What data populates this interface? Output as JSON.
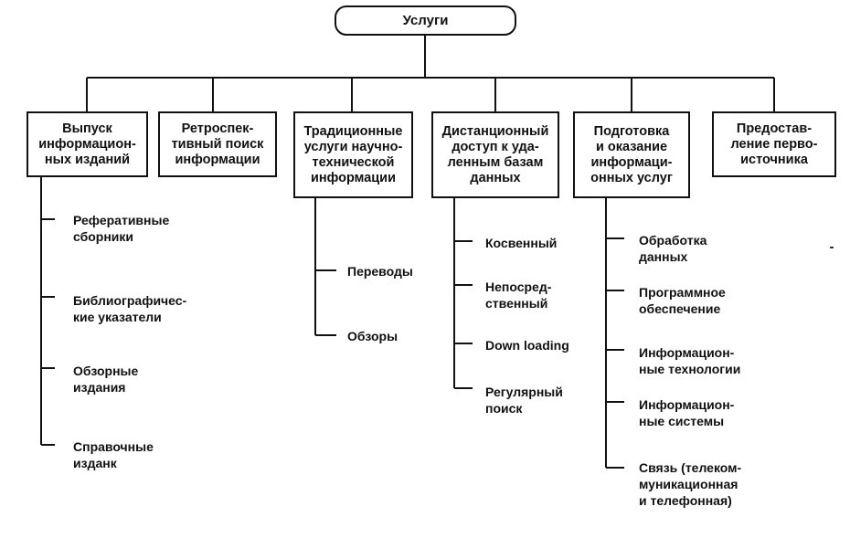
{
  "root": "Услуги",
  "categories": [
    {
      "label": "Выпуск\nинформацион-\nных изданий",
      "children": [
        "Реферативные\nсборники",
        "Библиографичес-\nкие указатели",
        "Обзорные\nиздания",
        "Справочные\nизданк"
      ]
    },
    {
      "label": "Ретроспек-\nтивный поиск\nинформации",
      "children": []
    },
    {
      "label": "Традиционные\nуслуги научно-\nтехнической\nинформации",
      "children": [
        "Переводы",
        "Обзоры"
      ]
    },
    {
      "label": "Дистанционный\nдоступ к уда-\nленным базам\nданных",
      "children": [
        "Косвенный",
        "Непосред-\nственный",
        "Down loading",
        "Регулярный\nпоиск"
      ]
    },
    {
      "label": "Подготовка\nи оказание\nинформаци-\nонных услуг",
      "children": [
        "Обработка\nданных",
        "Программное\nобеспечение",
        "Информацион-\nные технологии",
        "Информацион-\nные системы",
        "Связь (телеком-\nмуникационная\nи телефонная)"
      ]
    },
    {
      "label": "Предостав-\nление перво-\nисточника",
      "children": []
    }
  ]
}
